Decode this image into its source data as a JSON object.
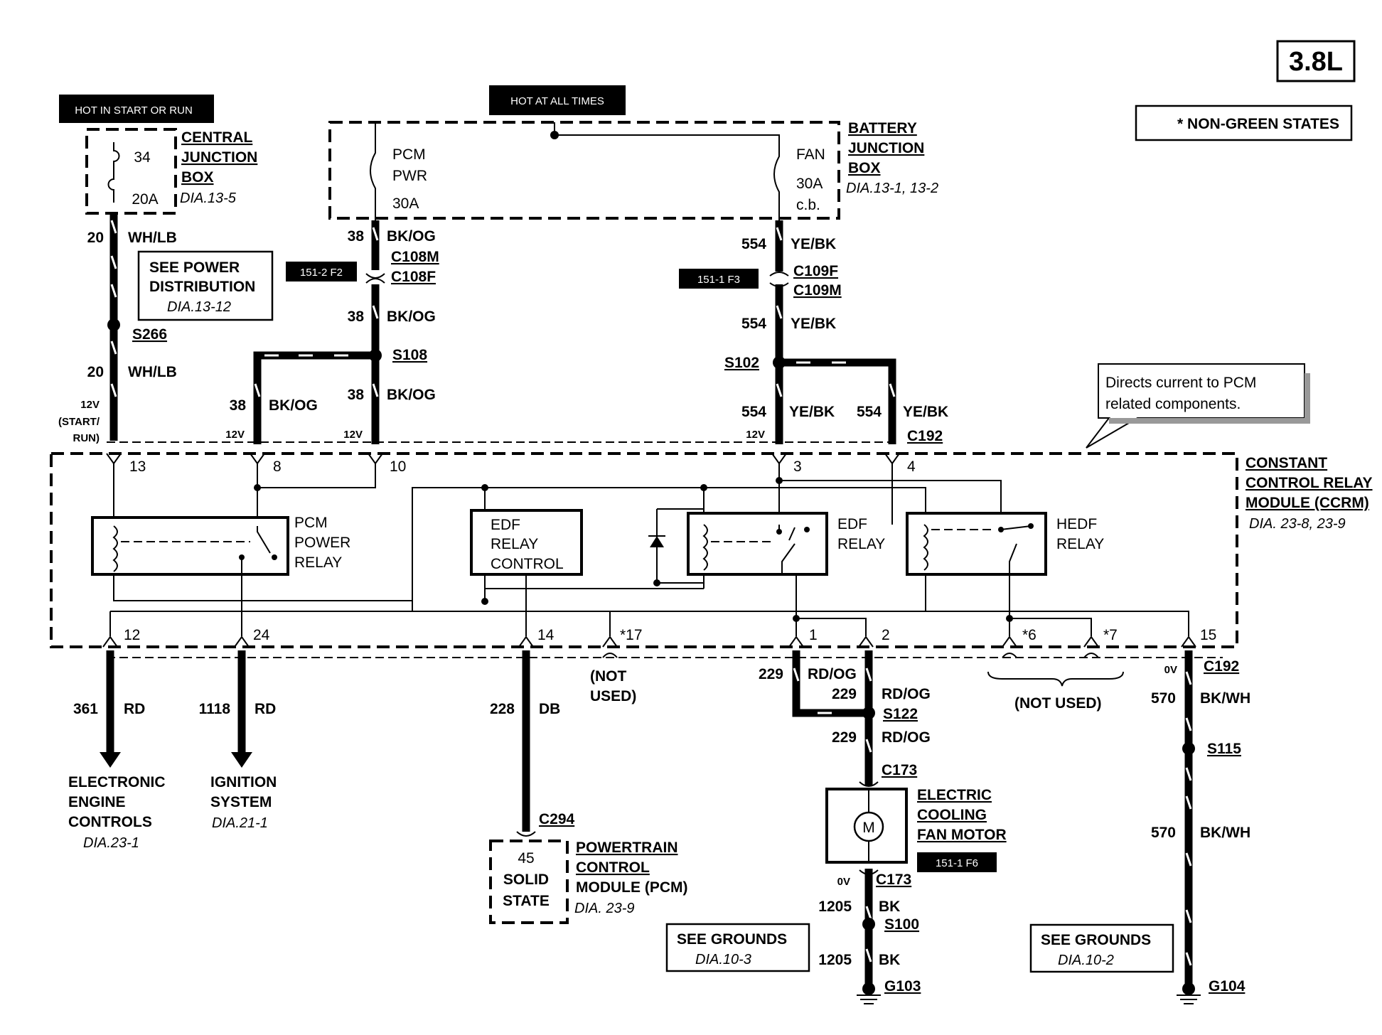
{
  "engine_badge": "3.8L",
  "legend_note": "* NON-GREEN STATES",
  "hot_start_run": "HOT IN START OR RUN",
  "hot_all_times": "HOT AT ALL TIMES",
  "cjb": {
    "fuse_no": "34",
    "fuse_amp": "20A",
    "title1": "CENTRAL",
    "title2": "JUNCTION",
    "title3": "BOX",
    "ref": "DIA.13-5"
  },
  "bjb": {
    "pcm_fuse1": "PCM",
    "pcm_fuse2": "PWR",
    "pcm_fuse3": "30A",
    "fan_fuse1": "FAN",
    "fan_fuse2": "30A",
    "fan_fuse3": "c.b.",
    "title1": "BATTERY",
    "title2": "JUNCTION",
    "title3": "BOX",
    "ref": "DIA.13-1, 13-2"
  },
  "power_dist": {
    "line1": "SEE POWER",
    "line2": "DISTRIBUTION",
    "ref": "DIA.13-12"
  },
  "tags": {
    "t1": "151-2 F2",
    "t2": "151-1 F3",
    "t3": "151-1 F6"
  },
  "callout": {
    "line1": "Directs current to PCM",
    "line2": "related components."
  },
  "wires": {
    "w20": "20",
    "wh_lb": "WH/LB",
    "s266": "S266",
    "w38": "38",
    "bk_og": "BK/OG",
    "c108m": "C108M",
    "c108f": "C108F",
    "s108": "S108",
    "w554": "554",
    "ye_bk": "YE/BK",
    "c109f": "C109F",
    "c109m": "C109M",
    "s102": "S102",
    "c192": "C192",
    "v12": "12V",
    "start": "(START/",
    "run": "RUN)"
  },
  "ccrm": {
    "title1": "CONSTANT",
    "title2": "CONTROL RELAY",
    "title3": "MODULE (CCRM)",
    "ref": "DIA. 23-8, 23-9",
    "pcm_relay1": "PCM",
    "pcm_relay2": "POWER",
    "pcm_relay3": "RELAY",
    "edf_ctrl1": "EDF",
    "edf_ctrl2": "RELAY",
    "edf_ctrl3": "CONTROL",
    "edf_relay1": "EDF",
    "edf_relay2": "RELAY",
    "hedf_relay1": "HEDF",
    "hedf_relay2": "RELAY",
    "pins_top": [
      "13",
      "8",
      "10",
      "3",
      "4"
    ],
    "pins_bot": [
      "12",
      "24",
      "14",
      "*17",
      "1",
      "2",
      "*6",
      "*7",
      "15"
    ]
  },
  "bottom": {
    "w361": "361",
    "rd": "RD",
    "w1118": "1118",
    "w228": "228",
    "db": "DB",
    "not_used1": "(NOT",
    "not_used2": "USED)",
    "not_used3": "(NOT USED)",
    "w229": "229",
    "rd_og": "RD/OG",
    "s122": "S122",
    "c173": "C173",
    "ov": "0V",
    "c192": "C192",
    "w570": "570",
    "bk_wh": "BK/WH",
    "s115": "S115",
    "w1205": "1205",
    "bk": "BK",
    "s100": "S100",
    "g103": "G103",
    "g104": "G104",
    "c294": "C294"
  },
  "eec": {
    "l1": "ELECTRONIC",
    "l2": "ENGINE",
    "l3": "CONTROLS",
    "ref": "DIA.23-1"
  },
  "ign": {
    "l1": "IGNITION",
    "l2": "SYSTEM",
    "ref": "DIA.21-1"
  },
  "pcm": {
    "pin": "45",
    "l1": "SOLID",
    "l2": "STATE",
    "t1": "POWERTRAIN",
    "t2": "CONTROL",
    "t3": "MODULE (PCM)",
    "ref": "DIA. 23-9"
  },
  "fan": {
    "motor": "M",
    "t1": "ELECTRIC",
    "t2": "COOLING",
    "t3": "FAN MOTOR"
  },
  "grounds1": {
    "l1": "SEE GROUNDS",
    "ref": "DIA.10-3"
  },
  "grounds2": {
    "l1": "SEE GROUNDS",
    "ref": "DIA.10-2"
  }
}
